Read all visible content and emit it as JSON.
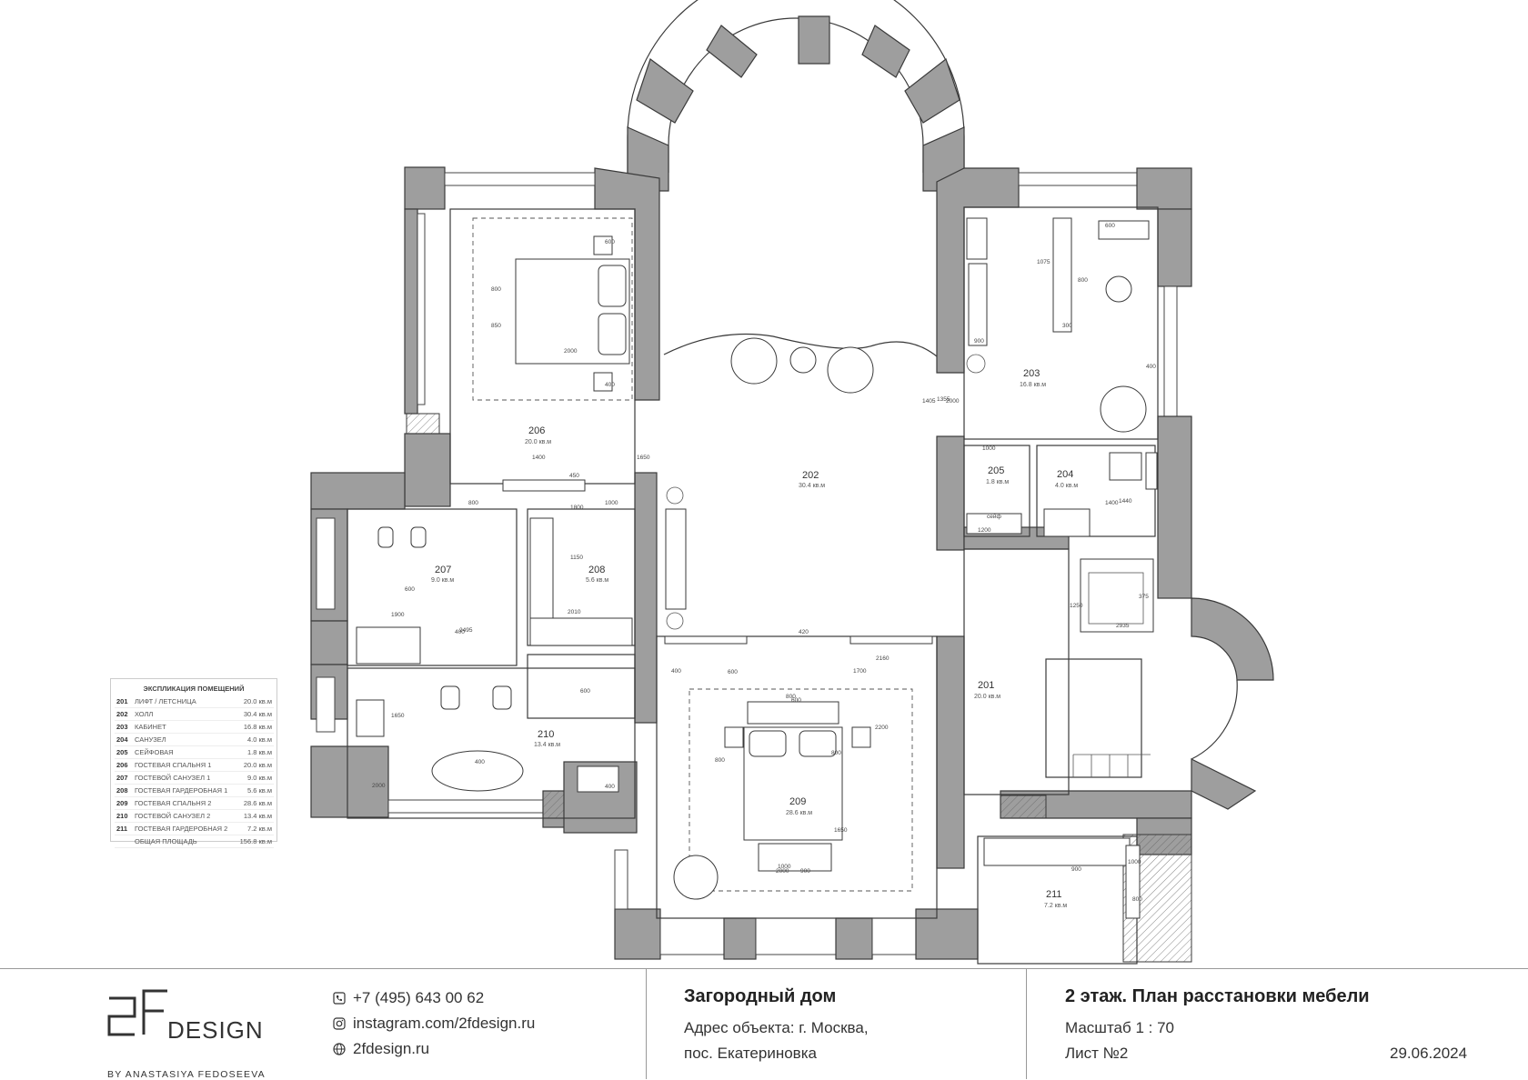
{
  "rooms": [
    {
      "num": "201",
      "area": "20.0 кв.м"
    },
    {
      "num": "202",
      "area": "30.4 кв.м"
    },
    {
      "num": "203",
      "area": "16.8 кв.м"
    },
    {
      "num": "204",
      "area": "4.0 кв.м"
    },
    {
      "num": "205",
      "area": "1.8 кв.м"
    },
    {
      "num": "206",
      "area": "20.0 кв.м"
    },
    {
      "num": "207",
      "area": "9.0 кв.м"
    },
    {
      "num": "208",
      "area": "5.6 кв.м"
    },
    {
      "num": "209",
      "area": "28.6 кв.м"
    },
    {
      "num": "210",
      "area": "13.4 кв.м"
    },
    {
      "num": "211",
      "area": "7.2 кв.м"
    }
  ],
  "labels": {
    "safe": "сейф"
  },
  "dimensions": [
    "600",
    "400",
    "800",
    "850",
    "2000",
    "1400",
    "450",
    "800",
    "1000",
    "1650",
    "1355",
    "1405",
    "1800",
    "1150",
    "600",
    "2010",
    "2495",
    "1900",
    "400",
    "600",
    "1650",
    "400",
    "400",
    "2000",
    "400",
    "600",
    "600",
    "2200",
    "2160",
    "800",
    "800",
    "800",
    "1650",
    "2000",
    "1000",
    "900",
    "1700",
    "420",
    "2000",
    "300",
    "900",
    "600",
    "800",
    "1075",
    "1000",
    "1200",
    "1400",
    "1440",
    "375",
    "2935",
    "1250",
    "900",
    "800",
    "1000",
    "400"
  ],
  "legend": {
    "title": "ЭКСПЛИКАЦИЯ ПОМЕЩЕНИЙ",
    "rows": [
      {
        "n": "201",
        "name": "ЛИФТ / ЛЕТСНИЦА",
        "area": "20.0 кв.м"
      },
      {
        "n": "202",
        "name": "ХОЛЛ",
        "area": "30.4 кв.м"
      },
      {
        "n": "203",
        "name": "КАБИНЕТ",
        "area": "16.8 кв.м"
      },
      {
        "n": "204",
        "name": "САНУЗЕЛ",
        "area": "4.0 кв.м"
      },
      {
        "n": "205",
        "name": "СЕЙФОВАЯ",
        "area": "1.8 кв.м"
      },
      {
        "n": "206",
        "name": "ГОСТЕВАЯ СПАЛЬНЯ 1",
        "area": "20.0 кв.м"
      },
      {
        "n": "207",
        "name": "ГОСТЕВОЙ САНУЗЕЛ 1",
        "area": "9.0 кв.м"
      },
      {
        "n": "208",
        "name": "ГОСТЕВАЯ ГАРДЕРОБНАЯ 1",
        "area": "5.6 кв.м"
      },
      {
        "n": "209",
        "name": "ГОСТЕВАЯ СПАЛЬНЯ 2",
        "area": "28.6 кв.м"
      },
      {
        "n": "210",
        "name": "ГОСТЕВОЙ САНУЗЕЛ 2",
        "area": "13.4 кв.м"
      },
      {
        "n": "211",
        "name": "ГОСТЕВАЯ ГАРДЕРОБНАЯ 2",
        "area": "7.2 кв.м"
      },
      {
        "n": "",
        "name": "ОБЩАЯ ПЛОЩАДЬ",
        "area": "156.8 кв.м"
      }
    ]
  },
  "titleblock": {
    "logo_text": "DESIGN",
    "logo_by": "BY ANASTASIYA FEDOSEEVA",
    "phone": "+7 (495) 643 00 62",
    "instagram": "instagram.com/2fdesign.ru",
    "website": "2fdesign.ru",
    "project_title": "Загородный дом",
    "address_line1": "Адрес объекта: г. Москва,",
    "address_line2": "пос. Екатериновка",
    "sheet_title": "2 этаж. План расстановки мебели",
    "scale": "Масштаб 1 : 70",
    "sheet": "Лист №2",
    "date": "29.06.2024"
  },
  "icons": [
    "phone-icon",
    "instagram-icon",
    "globe-icon"
  ],
  "colors": {
    "wall": "#9e9e9e",
    "line": "#3a3a3a"
  }
}
